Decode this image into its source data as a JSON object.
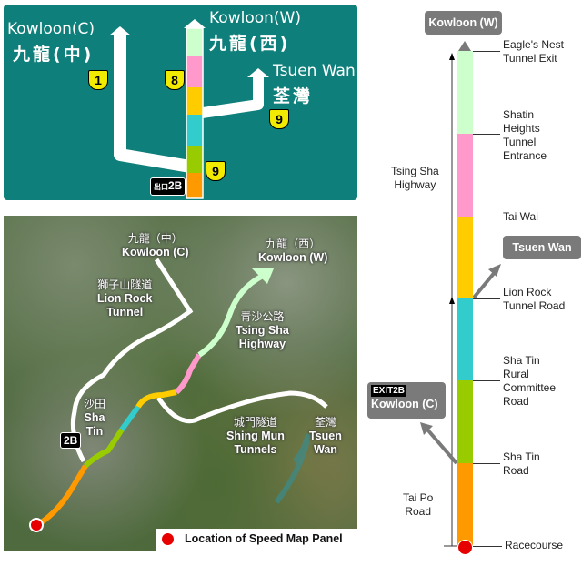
{
  "sign_panel": {
    "background_color": "#0e7f7a",
    "destinations": [
      {
        "en": "Kowloon(C)",
        "zh": "九龍(中)",
        "route_shield": "1"
      },
      {
        "en": "Kowloon(W)",
        "zh": "九龍(西)",
        "route_shield": "8"
      },
      {
        "en": "Tsuen Wan",
        "zh": "荃灣",
        "route_shield": "9"
      }
    ],
    "current_route_shield": "9",
    "exit_badge": {
      "prefix": "出口",
      "number": "2B"
    },
    "segment_colors": [
      "#ff9900",
      "#99cc00",
      "#33cccc",
      "#ffcc00",
      "#ff99cc",
      "#ccffcc"
    ]
  },
  "map": {
    "labels": {
      "kowloon_c": {
        "zh": "九龍（中）",
        "en": "Kowloon (C)"
      },
      "kowloon_w": {
        "zh": "九龍（西）",
        "en": "Kowloon (W)"
      },
      "lion_rock": {
        "zh": "獅子山隧道",
        "en1": "Lion Rock",
        "en2": "Tunnel"
      },
      "tsing_sha": {
        "zh": "青沙公路",
        "en1": "Tsing Sha",
        "en2": "Highway"
      },
      "sha_tin": {
        "zh": "沙田",
        "en1": "Sha",
        "en2": "Tin"
      },
      "shing_mun": {
        "zh": "城門隧道",
        "en1": "Shing Mun",
        "en2": "Tunnels"
      },
      "tsuen_wan": {
        "zh": "荃灣",
        "en1": "Tsuen",
        "en2": "Wan"
      },
      "exit": "2B"
    },
    "legend": {
      "label": "Location of Speed Map Panel",
      "marker_color": "#e60000"
    }
  },
  "route_diagram": {
    "top_destination": "Kowloon (W)",
    "branch_tsuen_wan": "Tsuen Wan",
    "branch_kowloon_c": {
      "exit": "EXIT2B",
      "label": "Kowloon (C)"
    },
    "road_labels": {
      "tsing_sha_1": "Tsing Sha",
      "tsing_sha_2": "Highway",
      "tai_po_1": "Tai Po",
      "tai_po_2": "Road"
    },
    "segments": [
      {
        "color": "#ccffcc",
        "from": "Shatin Heights Tunnel Entrance",
        "to": "Eagle's Nest Tunnel Exit"
      },
      {
        "color": "#ff99cc",
        "from": "Tai Wai",
        "to": "Shatin Heights Tunnel Entrance"
      },
      {
        "color": "#ffcc00",
        "from": "Lion Rock Tunnel Road",
        "to": "Tai Wai"
      },
      {
        "color": "#33cccc",
        "from": "Sha Tin Rural Committee Road",
        "to": "Lion Rock Tunnel Road"
      },
      {
        "color": "#99cc00",
        "from": "Sha Tin Road",
        "to": "Sha Tin Rural Committee Road"
      },
      {
        "color": "#ff9900",
        "from": "Racecourse",
        "to": "Sha Tin Road"
      }
    ],
    "nodes": [
      {
        "lines": [
          "Eagle's Nest",
          "Tunnel Exit"
        ]
      },
      {
        "lines": [
          "Shatin",
          "Heights",
          "Tunnel",
          "Entrance"
        ]
      },
      {
        "lines": [
          "Tai Wai"
        ]
      },
      {
        "lines": [
          "Lion Rock",
          "Tunnel Road"
        ]
      },
      {
        "lines": [
          "Sha Tin",
          "Rural",
          "Committee",
          "Road"
        ]
      },
      {
        "lines": [
          "Sha Tin",
          "Road"
        ]
      },
      {
        "lines": [
          "Racecourse"
        ]
      }
    ]
  }
}
